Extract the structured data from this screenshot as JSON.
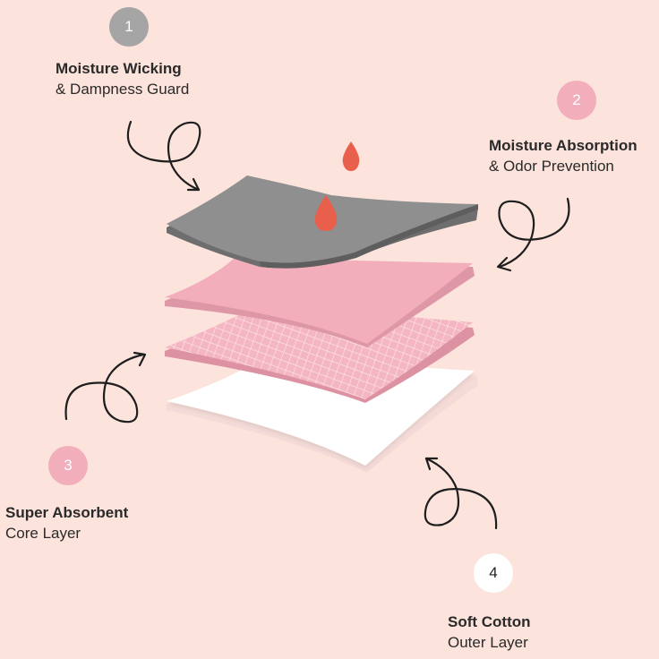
{
  "colors": {
    "background": "#fce3dc",
    "gray_layer": "#8f8f8f",
    "pink_layer": "#f2aebb",
    "mesh_layer": "#f4b6c2",
    "white_layer": "#ffffff",
    "drop": "#e8604c",
    "badge_gray": "#a5a5a5",
    "badge_pink": "#f2aebb",
    "badge_white": "#ffffff",
    "text": "#2a2a2a"
  },
  "layers": [
    {
      "number": "1",
      "title": "Moisture Wicking",
      "subtitle": "& Dampness Guard",
      "icon": "circled-number-badge"
    },
    {
      "number": "2",
      "title": "Moisture Absorption",
      "subtitle": "& Odor Prevention",
      "icon": "circled-number-badge"
    },
    {
      "number": "3",
      "title": "Super Absorbent",
      "subtitle": "Core Layer",
      "icon": "circled-number-badge"
    },
    {
      "number": "4",
      "title": "Soft Cotton",
      "subtitle": "Outer Layer",
      "icon": "circled-number-badge"
    }
  ],
  "icons": {
    "drop": "water-drop-icon",
    "arrow": "curly-arrow-icon"
  }
}
